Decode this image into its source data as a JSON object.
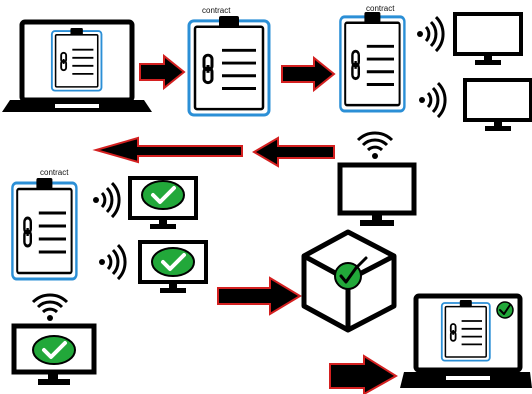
{
  "labels": {
    "contract_1": "contract",
    "contract_2": "contract",
    "contract_3": "contract"
  },
  "colors": {
    "outline": "#000000",
    "arrow_fill": "#000000",
    "arrow_border": "#d42020",
    "doc_frame": "#2b8fd6",
    "check_green": "#22a83a"
  },
  "icons": [
    "laptop-icon",
    "contract-document-icon",
    "chain-link-icon",
    "wifi-signal-icon",
    "monitor-icon",
    "check-mark-icon",
    "cube-icon",
    "arrow-right-icon",
    "arrow-left-icon"
  ]
}
